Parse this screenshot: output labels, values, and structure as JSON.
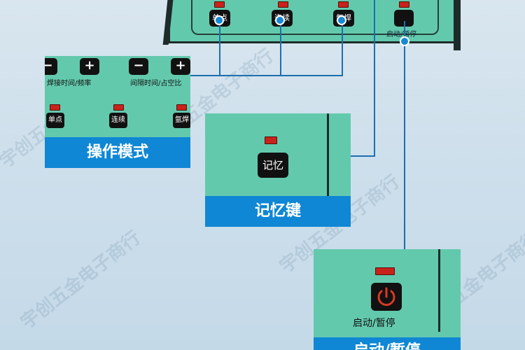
{
  "device": {
    "buttons": [
      "单点",
      "连续",
      "氩焊"
    ],
    "start_label": "启动/暂停"
  },
  "mode_panel": {
    "group1_label": "焊接时间/频率",
    "group2_label": "间隔时间/占空比",
    "minus": "−",
    "plus": "+",
    "buttons": [
      "单点",
      "连续",
      "氩焊"
    ],
    "caption": "操作模式"
  },
  "memory_panel": {
    "button": "记忆",
    "caption": "记忆键"
  },
  "start_panel": {
    "button_label": "启动/暂停",
    "power_icon": "power-icon",
    "caption": "启动/暂停"
  },
  "watermark": "宇创五金电子商行",
  "colors": {
    "panel": "#63c9ad",
    "caption": "#0f87d4",
    "led": "#c8231b",
    "wire": "#1d6fb0",
    "power_icon": "#d83a24"
  }
}
